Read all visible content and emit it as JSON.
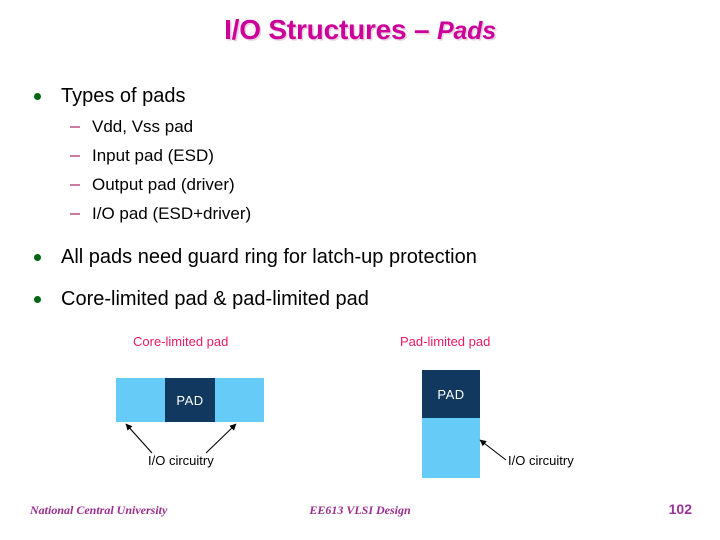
{
  "slide": {
    "title_main": "I/O Structures – ",
    "title_italic": "Pads",
    "page_number": "102"
  },
  "body": {
    "bullets": [
      {
        "label": "Types of pads",
        "sub": [
          "Vdd, Vss pad",
          "Input pad (ESD)",
          "Output pad (driver)",
          "I/O pad (ESD+driver)"
        ]
      },
      {
        "label": "All pads need guard ring for latch-up protection",
        "sub": []
      },
      {
        "label": "Core-limited pad & pad-limited pad",
        "sub": []
      }
    ]
  },
  "diagrams": {
    "core_limited": {
      "title": "Core-limited pad",
      "pad_label": "PAD",
      "callout": "I/O circuitry"
    },
    "pad_limited": {
      "title": "Pad-limited pad",
      "pad_label": "PAD",
      "callout": "I/O circuitry"
    }
  },
  "footer": {
    "left": "National Central University",
    "center": "EE613 VLSI Design"
  },
  "colors": {
    "title": "#CC0099",
    "bullet_dot": "#006611",
    "sub_dash": "#cc7aa0",
    "section_label": "#ED1A5F",
    "pad_dark": "#11385E",
    "pad_light": "#66CCF7",
    "footer": "#9B2D8F",
    "page_number": "#993399"
  }
}
